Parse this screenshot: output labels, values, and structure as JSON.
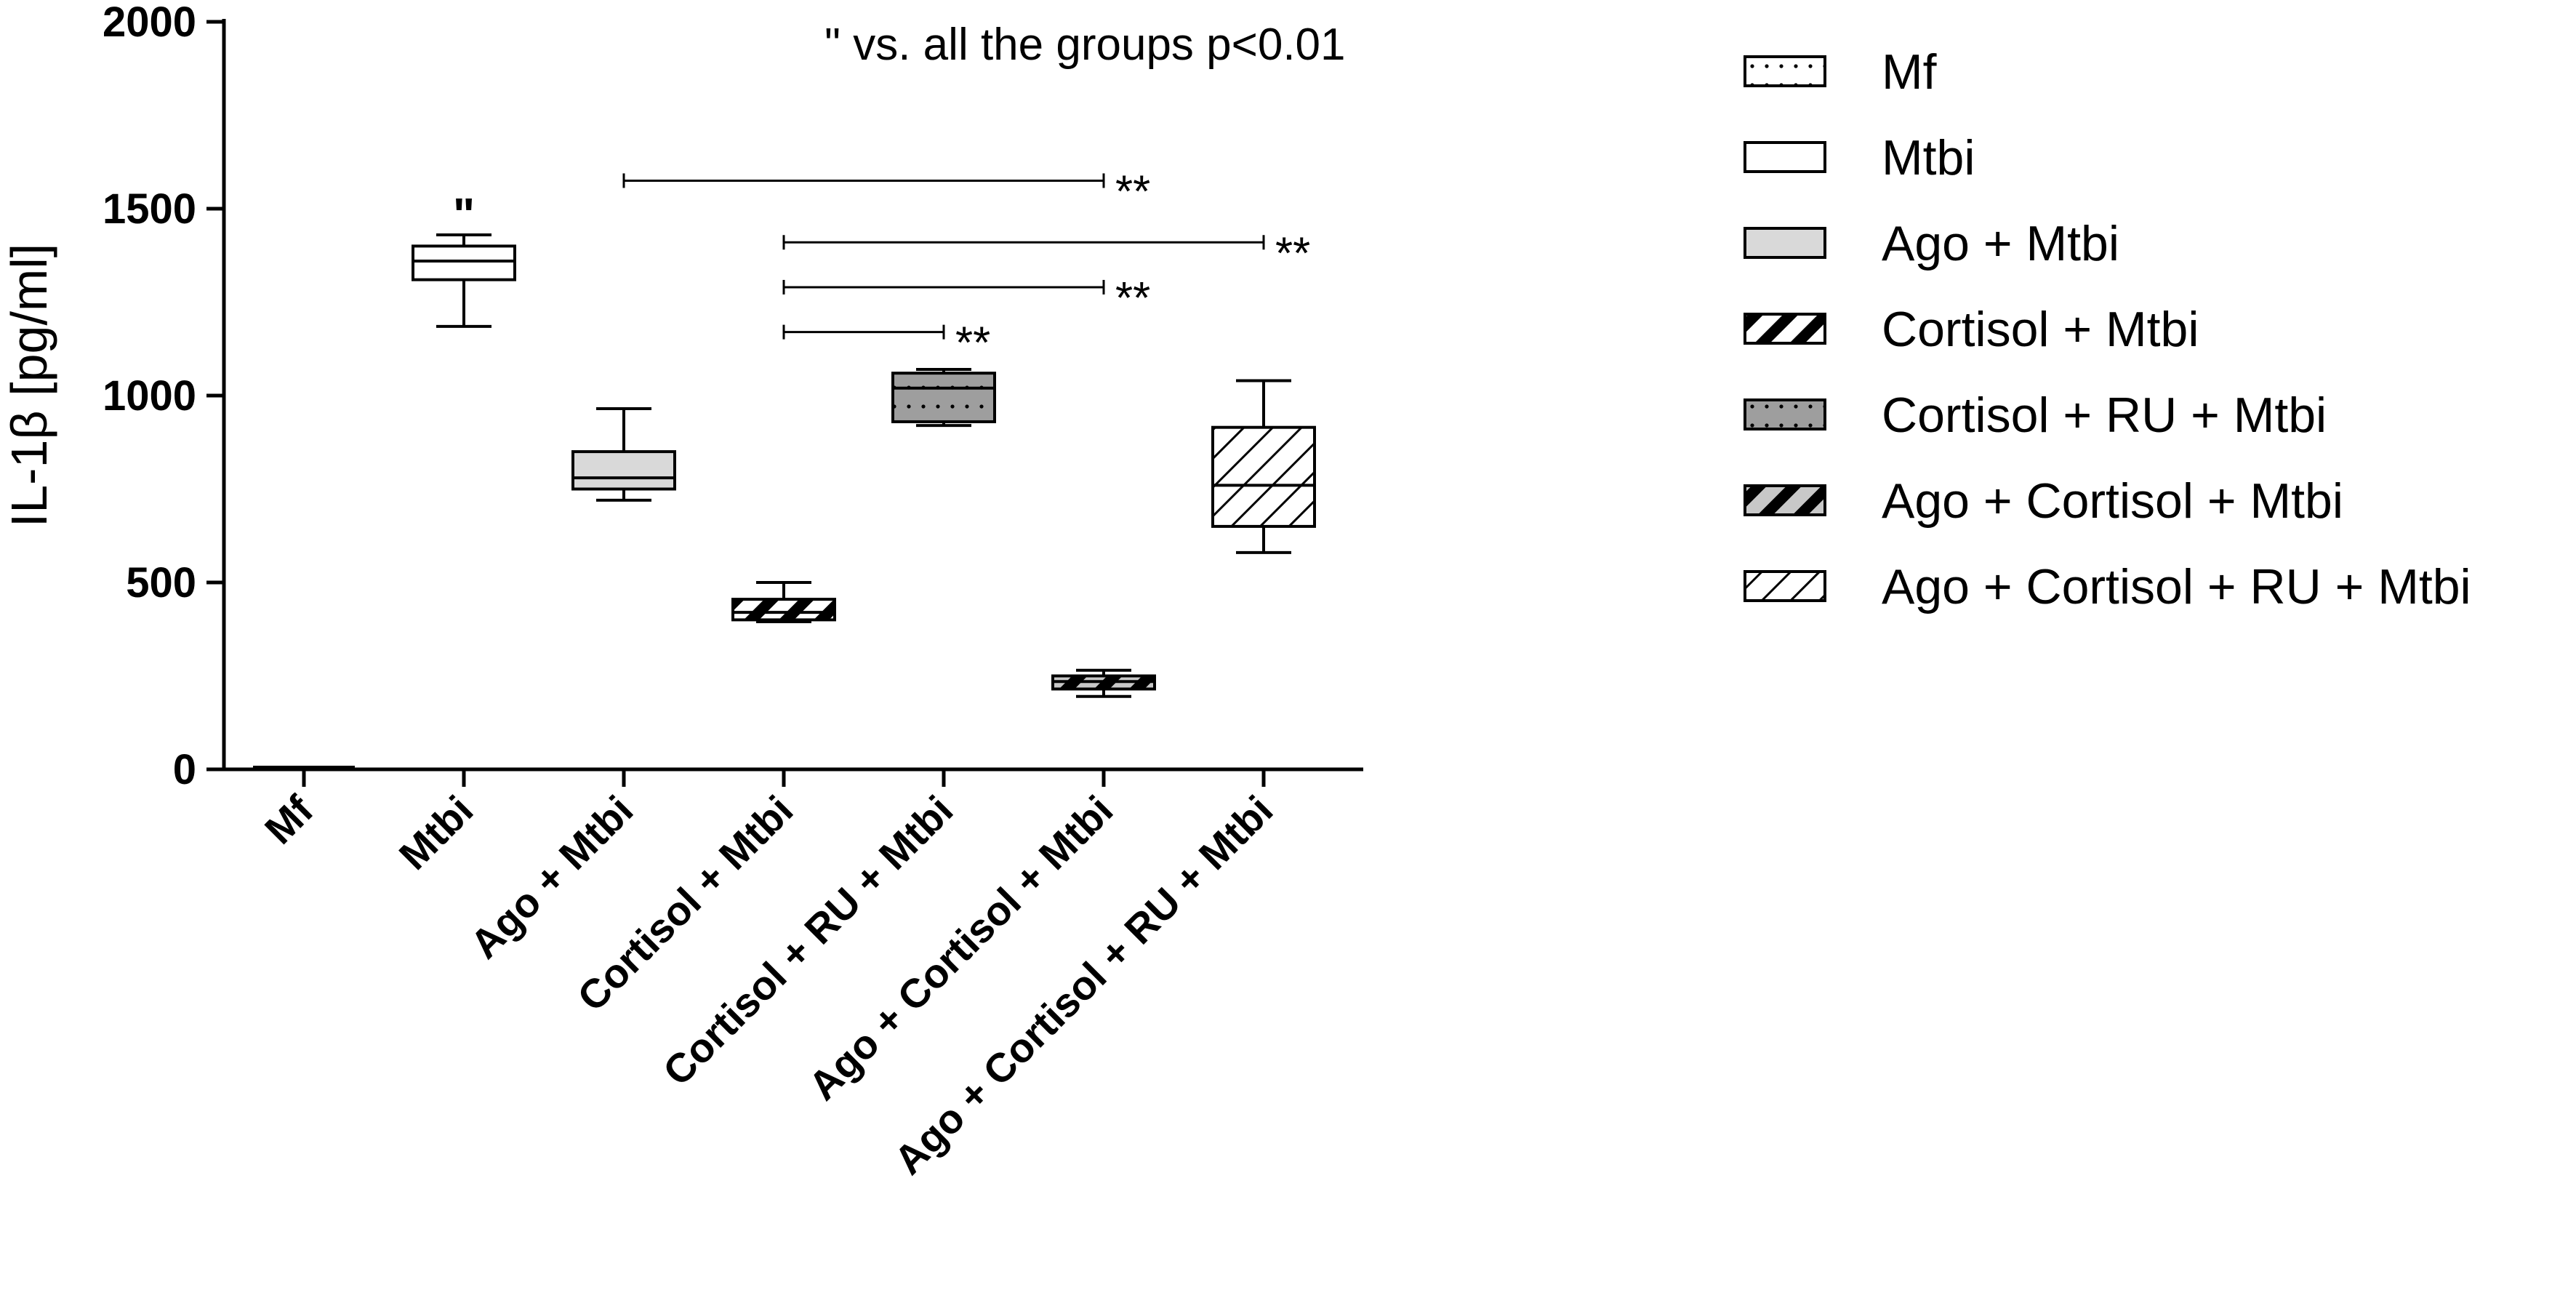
{
  "chart_data": {
    "type": "box",
    "ylabel": "IL-1β [pg/ml]",
    "ylim": [
      0,
      2000
    ],
    "yticks": [
      0,
      500,
      1000,
      1500,
      2000
    ],
    "annotation": "\" vs. all the groups p<0.01",
    "categories": [
      "Mf",
      "Mtbi",
      "Ago + Mtbi",
      "Cortisol + Mtbi",
      "Cortisol + RU + Mtbi",
      "Ago + Cortisol + Mtbi",
      "Ago + Cortisol + RU + Mtbi"
    ],
    "boxes": [
      {
        "min": 0,
        "q1": 0,
        "median": 0,
        "q3": 0,
        "max": 0,
        "fill": "dotted",
        "mark": ""
      },
      {
        "min": 1185,
        "q1": 1310,
        "median": 1360,
        "q3": 1400,
        "max": 1430,
        "fill": "white",
        "mark": "\""
      },
      {
        "min": 720,
        "q1": 750,
        "median": 780,
        "q3": 850,
        "max": 965,
        "fill": "lightgray",
        "mark": ""
      },
      {
        "min": 395,
        "q1": 400,
        "median": 420,
        "q3": 455,
        "max": 500,
        "fill": "bold-hatch",
        "mark": ""
      },
      {
        "min": 920,
        "q1": 930,
        "median": 1020,
        "q3": 1060,
        "max": 1070,
        "fill": "gray-dot",
        "mark": ""
      },
      {
        "min": 195,
        "q1": 215,
        "median": 235,
        "q3": 250,
        "max": 265,
        "fill": "gray-hatch",
        "mark": ""
      },
      {
        "min": 580,
        "q1": 650,
        "median": 760,
        "q3": 915,
        "max": 1040,
        "fill": "thin-hatch",
        "mark": ""
      }
    ],
    "significance": [
      {
        "from": 2,
        "to": 5,
        "y": 1575,
        "label": "**"
      },
      {
        "from": 3,
        "to": 6,
        "y": 1410,
        "label": "**"
      },
      {
        "from": 3,
        "to": 5,
        "y": 1290,
        "label": "**"
      },
      {
        "from": 3,
        "to": 4,
        "y": 1170,
        "label": "**"
      }
    ],
    "legend": {
      "position": "right",
      "entries": [
        {
          "label": "Mf",
          "fill": "dotted"
        },
        {
          "label": "Mtbi",
          "fill": "white"
        },
        {
          "label": "Ago + Mtbi",
          "fill": "lightgray"
        },
        {
          "label": "Cortisol + Mtbi",
          "fill": "bold-hatch"
        },
        {
          "label": "Cortisol + RU + Mtbi",
          "fill": "gray-dot"
        },
        {
          "label": "Ago + Cortisol + Mtbi",
          "fill": "gray-hatch"
        },
        {
          "label": "Ago + Cortisol + RU + Mtbi",
          "fill": "thin-hatch"
        }
      ]
    },
    "colors": {
      "axis": "#000000",
      "lightgray": "#d9d9d9",
      "gray": "#9e9e9e",
      "gray_hatch": "#c8c8c8"
    }
  }
}
